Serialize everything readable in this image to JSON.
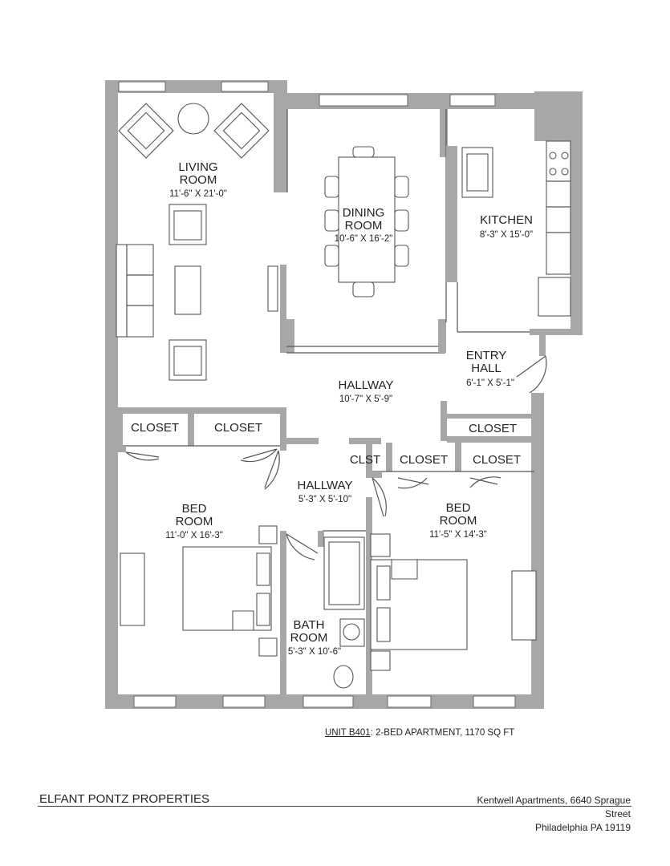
{
  "rooms": {
    "living": {
      "name1": "LIVING",
      "name2": "ROOM",
      "dims": "11'-6\" X 21'-0\""
    },
    "dining": {
      "name1": "DINING",
      "name2": "ROOM",
      "dims": "10'-6\" X 16'-2\""
    },
    "kitchen": {
      "name1": "KITCHEN",
      "dims": "8'-3\" X 15'-0\""
    },
    "entry": {
      "name1": "ENTRY",
      "name2": "HALL",
      "dims": "6'-1\" X 5'-1\""
    },
    "hallway_main": {
      "name1": "HALLWAY",
      "dims": "10'-7\" X 5'-9\""
    },
    "hallway_small": {
      "name1": "HALLWAY",
      "dims": "5'-3\" X 5'-10\""
    },
    "bed_left": {
      "name1": "BED",
      "name2": "ROOM",
      "dims": "11'-0\" X 16'-3\""
    },
    "bed_right": {
      "name1": "BED",
      "name2": "ROOM",
      "dims": "11'-5\" X 14'-3\""
    },
    "bath": {
      "name1": "BATH",
      "name2": "ROOM",
      "dims": "5'-3\" X 10'-6\""
    }
  },
  "closets": {
    "c1": "CLOSET",
    "c2": "CLOSET",
    "c3": "CLOSET",
    "clst": "CLST",
    "c4": "CLOSET",
    "c5": "CLOSET"
  },
  "footer": {
    "unit_code": "UNIT B401",
    "unit_desc": ": 2-BED APARTMENT, 1170 SQ FT",
    "company": "ELFANT PONTZ PROPERTIES",
    "address_line1": "Kentwell Apartments, 6640 Sprague",
    "address_line2": "Street",
    "address_line3": "Philadelphia PA 19119"
  },
  "colors": {
    "wall": "#a7a7a9",
    "line": "#555555",
    "background": "#ffffff"
  }
}
